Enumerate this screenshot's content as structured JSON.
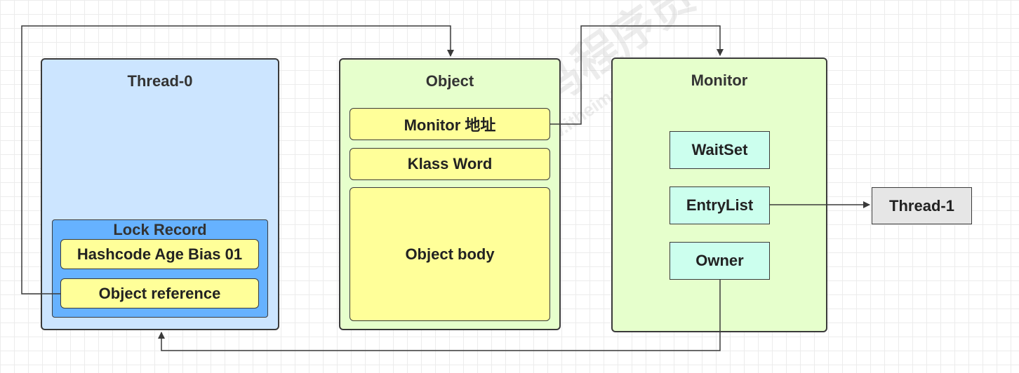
{
  "thread0": {
    "title": "Thread-0",
    "lock_record": {
      "title": "Lock Record",
      "hashcode": "Hashcode Age Bias 01",
      "object_reference": "Object reference"
    }
  },
  "object": {
    "title": "Object",
    "monitor_address": "Monitor 地址",
    "klass_word": "Klass Word",
    "body": "Object body"
  },
  "monitor": {
    "title": "Monitor",
    "waitset": "WaitSet",
    "entrylist": "EntryList",
    "owner": "Owner"
  },
  "thread1": {
    "label": "Thread-1"
  },
  "watermark": {
    "text": "黑马程序员",
    "site": "www.itheima.com"
  },
  "colors": {
    "thread_box": "#cce5ff",
    "lock_record": "#66b2ff",
    "object_box": "#e6ffcc",
    "field": "#ffff99",
    "queue": "#ccffee",
    "thread1": "#e6e6e6"
  }
}
